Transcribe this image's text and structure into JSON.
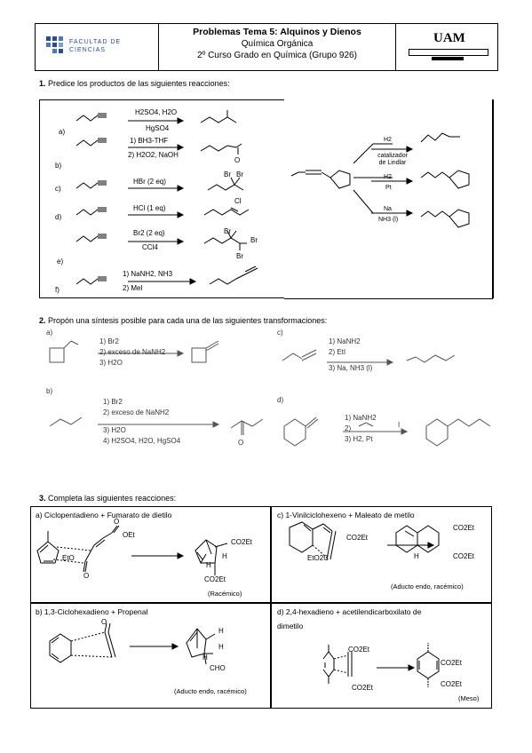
{
  "header": {
    "logo_left_text": "FACULTAD DE CIENCIAS",
    "title": "Problemas Tema 5: Alquinos y Dienos",
    "subject": "Química Orgánica",
    "course": "2º Curso Grado en Química (Grupo 926)",
    "logo_right_text": "UAM"
  },
  "q1": {
    "number": "1.",
    "text": "Predice los productos de las siguientes reacciones:",
    "rows": [
      {
        "letter": "a)",
        "reagent_top": "H2SO4, H2O",
        "reagent_bottom": "HgSO4"
      },
      {
        "letter": "b)",
        "reagent_top": "1) BH3-THF",
        "reagent_bottom": "2) H2O2, NaOH"
      },
      {
        "letter": "c)",
        "reagent_top": "HBr (2 eq)",
        "reagent_bottom": ""
      },
      {
        "letter": "d)",
        "reagent_top": "HCl (1 eq)",
        "reagent_bottom": ""
      },
      {
        "letter": "e)",
        "reagent_top": "Br2 (2 eq)",
        "reagent_bottom": "CCl4"
      },
      {
        "letter": "f)",
        "reagent_top": "1) NaNH2, NH3",
        "reagent_bottom": "2) MeI"
      }
    ],
    "atoms": {
      "br1": "Br",
      "br2": "Br",
      "cl": "Cl",
      "br3": "Br",
      "br4": "Br",
      "br5": "Br",
      "o": "O"
    },
    "right": {
      "h2_top": "H2",
      "lindlar": "catalizador de Lindlar",
      "h2_mid": "H2",
      "pt": "Pt",
      "na": "Na",
      "nh3": "NH3 (l)"
    }
  },
  "q2": {
    "number": "2.",
    "text": "Propón una síntesis posible para cada una de las siguientes transformaciones:",
    "a": {
      "letter": "a)",
      "steps": [
        "1) Br2",
        "2) exceso de NaNH2",
        "3) H2O"
      ]
    },
    "b": {
      "letter": "b)",
      "steps": [
        "1) Br2",
        "2) exceso de NaNH2",
        "3) H2O",
        "4) H2SO4, H2O, HgSO4"
      ],
      "o": "O"
    },
    "c": {
      "letter": "c)",
      "steps": [
        "1) NaNH2",
        "2) EtI",
        "3) Na, NH3 (l)"
      ]
    },
    "d": {
      "letter": "d)",
      "steps": [
        "1) NaNH2",
        "2)",
        "3) H2, Pt"
      ],
      "iodo": "I"
    }
  },
  "q3": {
    "number": "3.",
    "text": "Completa las siguientes reacciones:",
    "a": {
      "title": "a)  Ciclopentadieno + Fumarato de dietilo",
      "oet": "OEt",
      "eto": "EtO",
      "o1": "O",
      "o2": "O",
      "co2et1": "CO2Et",
      "co2et2": "CO2Et",
      "h1": "H",
      "h2": "H",
      "note": "(Racémico)"
    },
    "b": {
      "title": "b)  1,3-Ciclohexadieno + Propenal",
      "o": "O",
      "h1": "H",
      "h2": "H",
      "h3": "H",
      "cho": "CHO",
      "note": "(Aducto endo, racémico)"
    },
    "c": {
      "title": "c)  1-Vinilciclohexeno + Maleato de metilo",
      "co2et1": "CO2Et",
      "eto2c": "EtO2C",
      "co2et2": "CO2Et",
      "co2et3": "CO2Et",
      "h1": "H",
      "note": "(Aducto endo, racémico)"
    },
    "d": {
      "title": "d)  2,4-hexadieno + acetilendicarboxilato de",
      "title2": "dimetilo",
      "co2et1": "CO2Et",
      "co2et2": "CO2Et",
      "co2et3": "CO2Et",
      "co2et4": "CO2Et",
      "note": "(Meso)"
    }
  }
}
